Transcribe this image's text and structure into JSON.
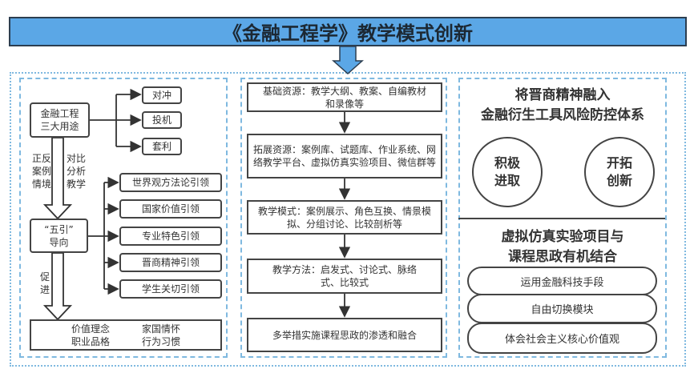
{
  "title": "《金融工程学》教学模式创新",
  "left": {
    "uses_box": "金融工程\n三大用途",
    "uses": [
      "对冲",
      "投机",
      "套利"
    ],
    "label_a": "正反案例情境",
    "label_b": "对比分析教学",
    "guide_box": "“五引”\n导向",
    "guides": [
      "世界观方法论引领",
      "国家价值引领",
      "专业特色引领",
      "晋商精神引领",
      "学生关切引领"
    ],
    "promote": "促进",
    "outcomes": [
      "价值理念",
      "家国情怀",
      "职业品格",
      "行为习惯"
    ]
  },
  "middle": {
    "steps": [
      "基础资源：教学大纲、教案、自编教材和录像等",
      "拓展资源：案例库、试题库、作业系统、网络教学平台、虚拟仿真实验项目、微信群等",
      "教学模式：案例展示、角色互换、情景模拟、分组讨论、比较剖析等",
      "教学方法：启发式、讨论式、脉络式、比较式",
      "多举措实施课程思政的渗透和融合"
    ]
  },
  "right": {
    "heading1": "将晋商精神融入\n金融衍生工具风险防控体系",
    "circles": [
      "积极\n进取",
      "开拓\n创新"
    ],
    "heading2": "虚拟仿真实验项目与\n课程思政有机结合",
    "pills": [
      "运用金融科技手段",
      "自由切换模块",
      "体会社会主义核心价值观"
    ]
  },
  "colors": {
    "title_bg": "#5ba7e6",
    "frame": "#7fb9e0",
    "stroke": "#444444"
  }
}
